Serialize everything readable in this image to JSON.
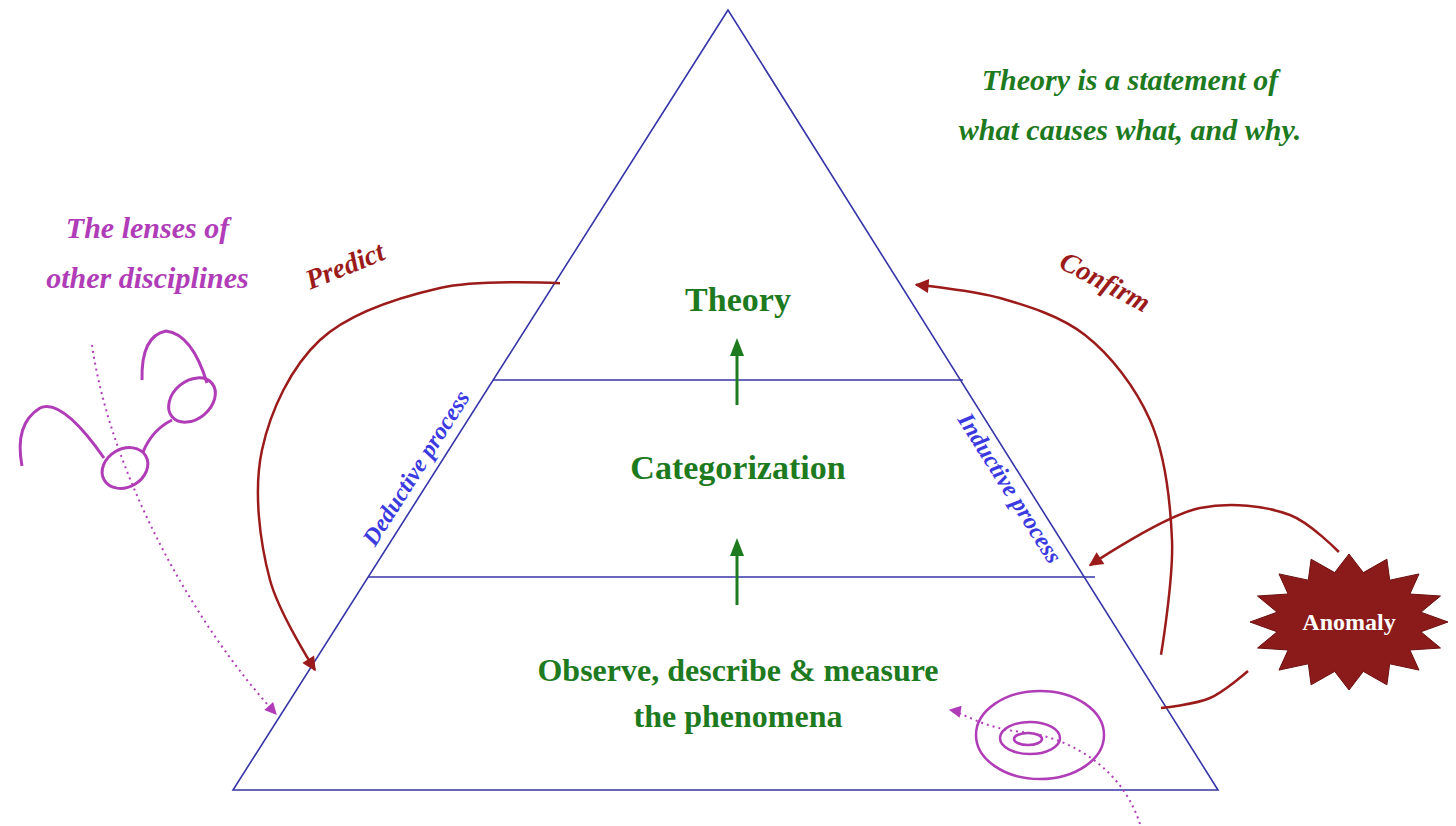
{
  "diagram": {
    "nodes": [
      {
        "text": [
          "Theory"
        ]
      },
      {
        "text": [
          "Categorization"
        ]
      },
      {
        "text": [
          "Observe, describe & measure the phenomena"
        ]
      },
      {
        "text": [
          "Anomaly"
        ]
      }
    ],
    "edges": [
      {
        "from": 0,
        "to": 2,
        "label": "Predict",
        "arrow": "to"
      },
      {
        "from": 2,
        "to": 0,
        "label": "Confirm",
        "arrow": "to"
      },
      {
        "from": 3,
        "to": 1,
        "arrow": "to"
      },
      {
        "from": 3,
        "to": 2,
        "arrow": "none"
      }
    ],
    "labels": [
      "Theory is a statement of what causes what, and why.",
      "The lenses of other disciplines",
      "Deductive process",
      "Inductive process"
    ]
  }
}
